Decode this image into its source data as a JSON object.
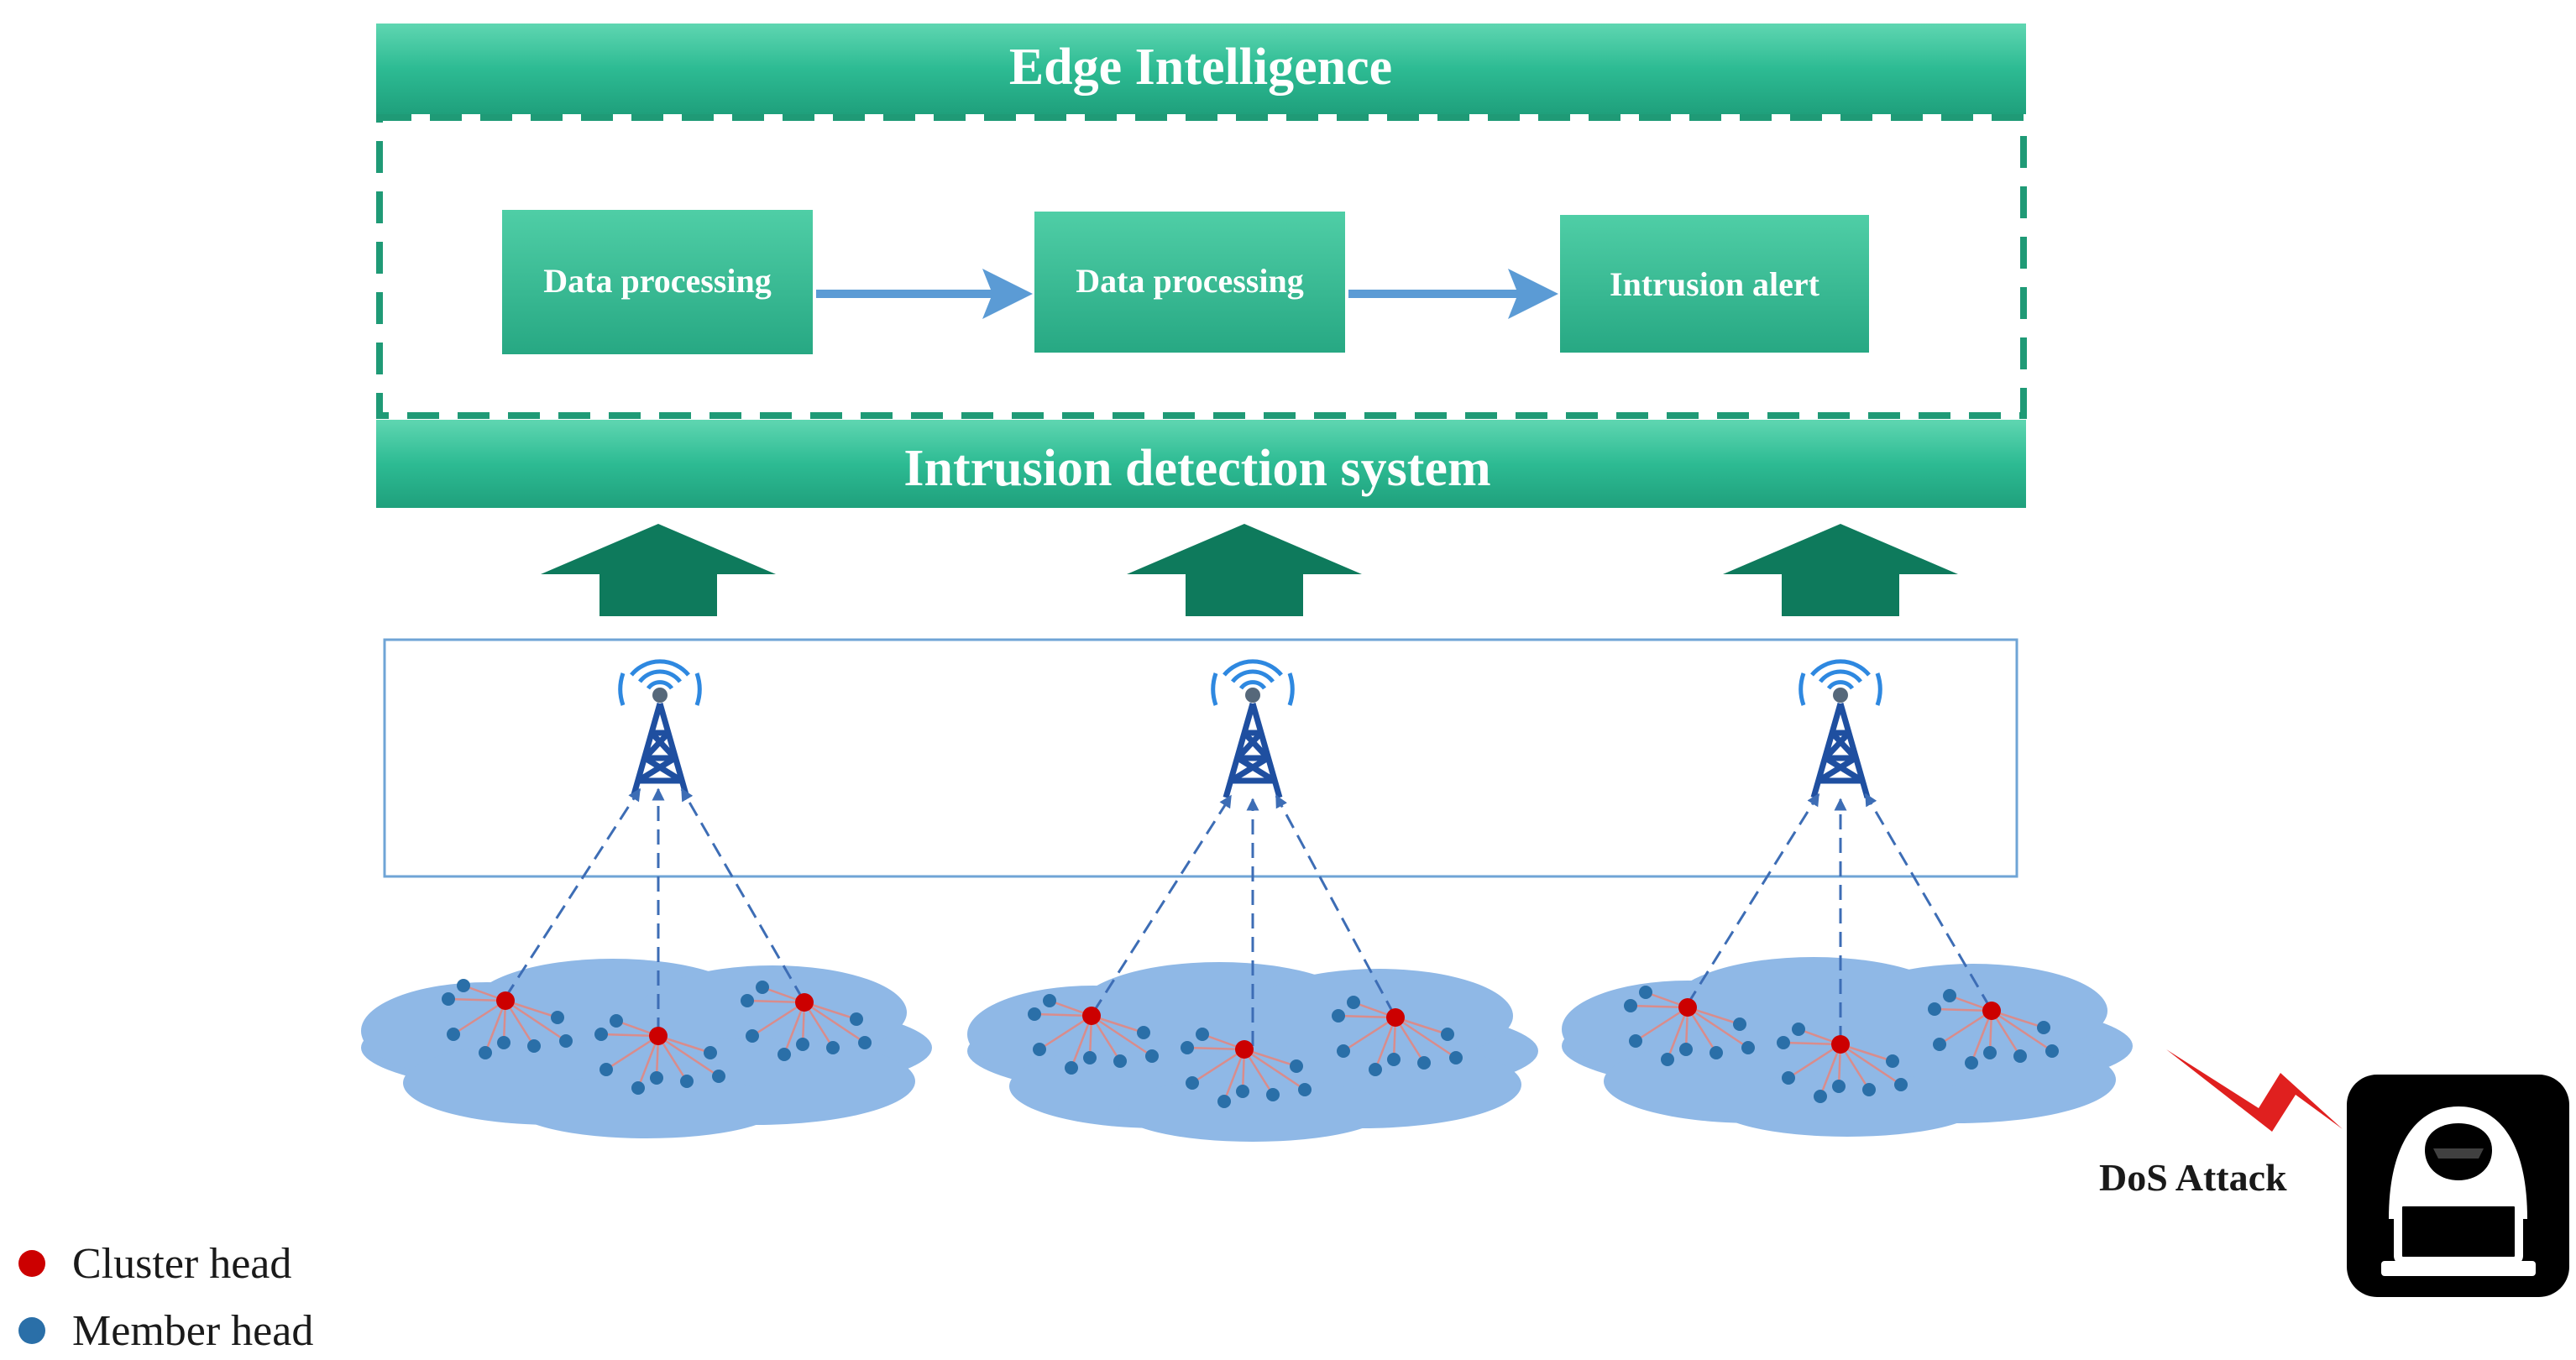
{
  "top_banner": {
    "title": "Edge Intelligence"
  },
  "pipeline": {
    "steps": [
      {
        "label": "Data processing"
      },
      {
        "label": "Data processing"
      },
      {
        "label": "Intrusion alert"
      }
    ]
  },
  "ids_banner": {
    "title": "Intrusion detection system"
  },
  "attack": {
    "label": "DoS Attack"
  },
  "legend": {
    "items": [
      {
        "label": "Cluster head",
        "color": "#cc0000"
      },
      {
        "label": "Member head",
        "color": "#2a6fa8"
      }
    ]
  },
  "colors": {
    "banner_green": "#2fbf97",
    "box_green": "#35b990",
    "arrow_green": "#0e7a5c",
    "flow_arrow_blue": "#5b9bd5",
    "cloud_blue": "#8fb8e6",
    "tower_blue": "#1f4fa0",
    "attack_red": "#e0201f"
  }
}
